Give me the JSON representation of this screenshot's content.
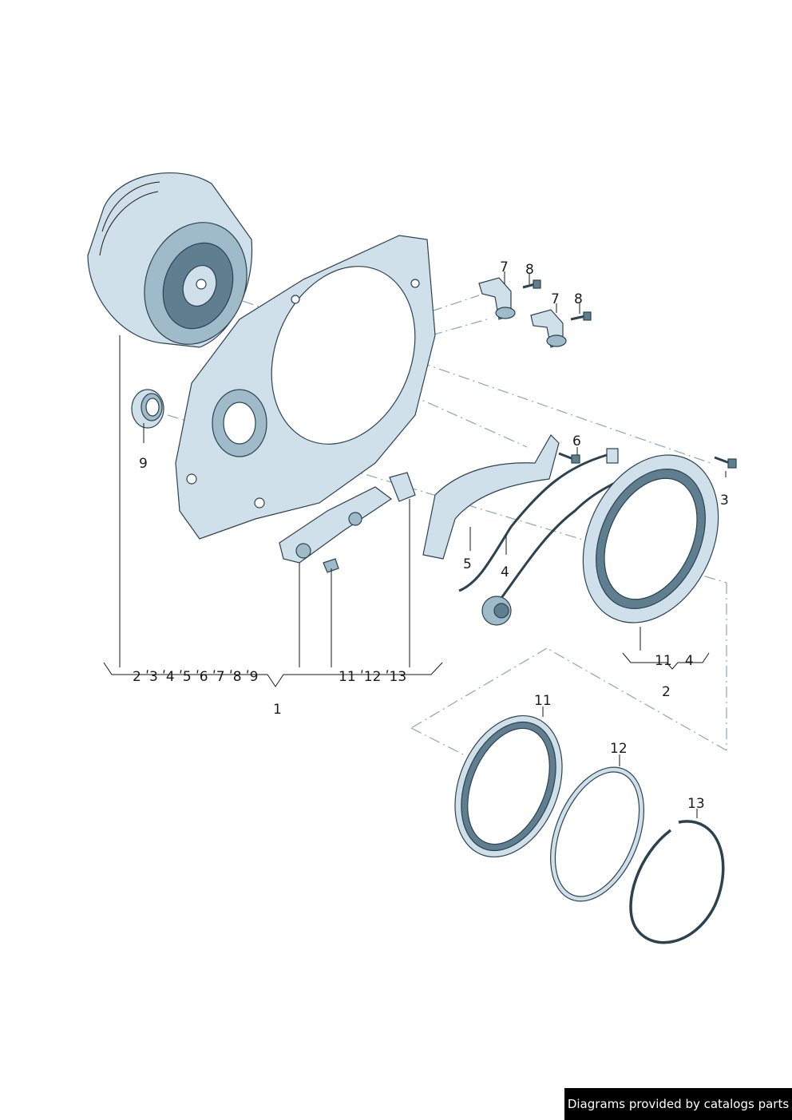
{
  "callouts": {
    "c1": "1",
    "c2": "2",
    "c3": "3",
    "c4": "4",
    "c5": "5",
    "c6": "6",
    "c7a": "7",
    "c7b": "7",
    "c8a": "8",
    "c8b": "8",
    "c9": "9",
    "c11": "11",
    "c12": "12",
    "c13": "13",
    "group1_left": "2 ʹ3 ʹ4 ʹ5 ʹ6 ʹ7 ʹ8 ʹ9",
    "group1_right": "11 ʹ12 ʹ13",
    "group2": "11   4"
  },
  "footer": {
    "text": "Diagrams provided by catalogs parts"
  },
  "colors": {
    "part_fill": "#cfe0ea",
    "part_stroke": "#2c4250",
    "dash": "#8aa6b6"
  }
}
